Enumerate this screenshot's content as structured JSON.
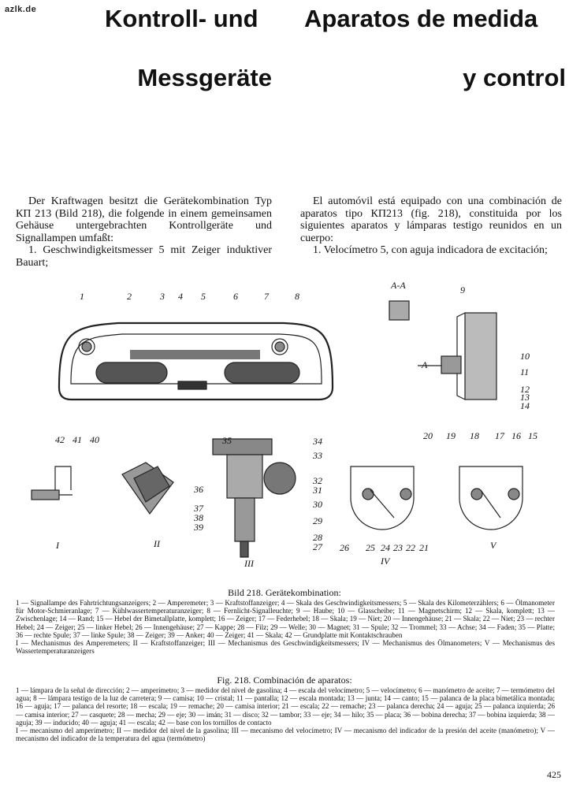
{
  "watermark": "azlk.de",
  "title_de": {
    "line1": "Kontroll- und",
    "line2": "Messgeräte"
  },
  "title_es": {
    "line1": "Aparatos de medida",
    "line2": "y control"
  },
  "text_de": {
    "p1": "Der Kraftwagen besitzt die Gerätekombination Typ КП 213 (Bild 218), die folgende in einem gemeinsamen Gehäuse untergebrachten Kontrollgeräte und Signallampen umfaßt:",
    "p2": "1. Geschwindigkeitsmesser 5 mit Zeiger induktiver Bauart;"
  },
  "text_es": {
    "p1": "El automóvil está equipado con una combinación de aparatos tipo КП213 (fig. 218), constituida por los siguientes aparatos y lámparas testigo reunidos en un cuerpo:",
    "p2": "1. Velocímetro 5, con aguja indicadora de excitación;"
  },
  "figure": {
    "section_label": "A-A",
    "section_marker": "A",
    "callouts_panel": [
      "1",
      "2",
      "3",
      "4",
      "5",
      "6",
      "7",
      "8"
    ],
    "callouts_side": [
      "9",
      "10",
      "11",
      "12",
      "13",
      "14"
    ],
    "callouts_i": [
      "42",
      "41",
      "40"
    ],
    "callouts_iii_top": [
      "35",
      "34",
      "33",
      "32",
      "31",
      "30",
      "29",
      "28",
      "27"
    ],
    "callouts_ii": [
      "36",
      "37",
      "38",
      "39"
    ],
    "callouts_v_top": [
      "20",
      "19",
      "18",
      "17",
      "16",
      "15"
    ],
    "callouts_iv_bottom": [
      "26",
      "25",
      "24",
      "23",
      "22",
      "21"
    ],
    "roman": [
      "I",
      "II",
      "III",
      "IV",
      "V"
    ]
  },
  "caption_de": {
    "title": "Bild 218. Gerätekombination:",
    "body": "1 — Signallampe des Fahrtrichtungsanzeigers; 2 — Amperemeter; 3 — Kraftstoffanzeiger; 4 — Skala des Geschwindigkeitsmessers; 5 — Skala des Kilometerzählers; 6 — Ölmanometer für Motor-Schmieranlage; 7 — Kühlwassertemperaturanzeiger; 8 — Fernlicht-Signalleuchte; 9 — Haube; 10 — Glasscheibe; 11 — Magnetschirm; 12 — Skala, komplett; 13 — Zwischenlage; 14 — Rand; 15 — Hebel der Bimetallplatte, komplett; 16 — Zeiger; 17 — Federhebel; 18 — Skala; 19 — Niet; 20 — Innengehäuse; 21 — Skala; 22 — Niet; 23 — rechter Hebel; 24 — Zeiger; 25 — linker Hebel; 26 — Innengehäuse; 27 — Kappe; 28 — Filz; 29 — Welle; 30 — Magnet; 31 — Spule; 32 — Trommel; 33 — Achse; 34 — Faden; 35 — Platte; 36 — rechte Spule; 37 — linke Spule; 38 — Zeiger; 39 — Anker; 40 — Zeiger; 41 — Skala; 42 — Grundplatte mit Kontaktschrauben",
    "body2": "I — Mechanismus des Amperemeters; II — Kraftstoffanzeiger; III — Mechanismus des Geschwindigkeitsmessers; IV — Mechanismus des Ölmanometers; V — Mechanismus des Wassertemperaturanzeigers"
  },
  "caption_es": {
    "title": "Fig. 218. Combinación de aparatos:",
    "body": "1 — lámpara de la señal de dirección; 2 — amperímetro; 3 — medidor del nivel de gasolina; 4 — escala del velocímetro; 5 — velocímetro; 6 — manómetro de aceite; 7 — termómetro del agua; 8 — lámpara testigo de la luz de carretera; 9 — camisa; 10 — cristal; 11 — pantalla; 12 — escala montada; 13 — junta; 14 — canto; 15 — palanca de la placa bimetálica montada; 16 — aguja; 17 — palanca del resorte; 18 — escala; 19 — remache; 20 — camisa interior; 21 — escala; 22 — remache; 23 — palanca derecha; 24 — aguja; 25 — palanca izquierda; 26 — camisa interior; 27 — casquete; 28 — mecha; 29 — eje; 30 — imán; 31 — disco; 32 — tambor; 33 — eje; 34 — hilo; 35 — placa; 36 — bobina derecha; 37 — bobina izquierda; 38 — aguja; 39 — inducido; 40 — aguja; 41 — escala; 42 — base con los tornillos de contacto",
    "body2": "I — mecanismo del amperímetro; II — medidor del nivel de la gasolina; III — mecanismo del velocímetro; IV — mecanismo del indicador de la presión del aceite (manómetro); V — mecanismo del indicador de la temperatura del agua (termómetro)"
  },
  "page_number": "425"
}
